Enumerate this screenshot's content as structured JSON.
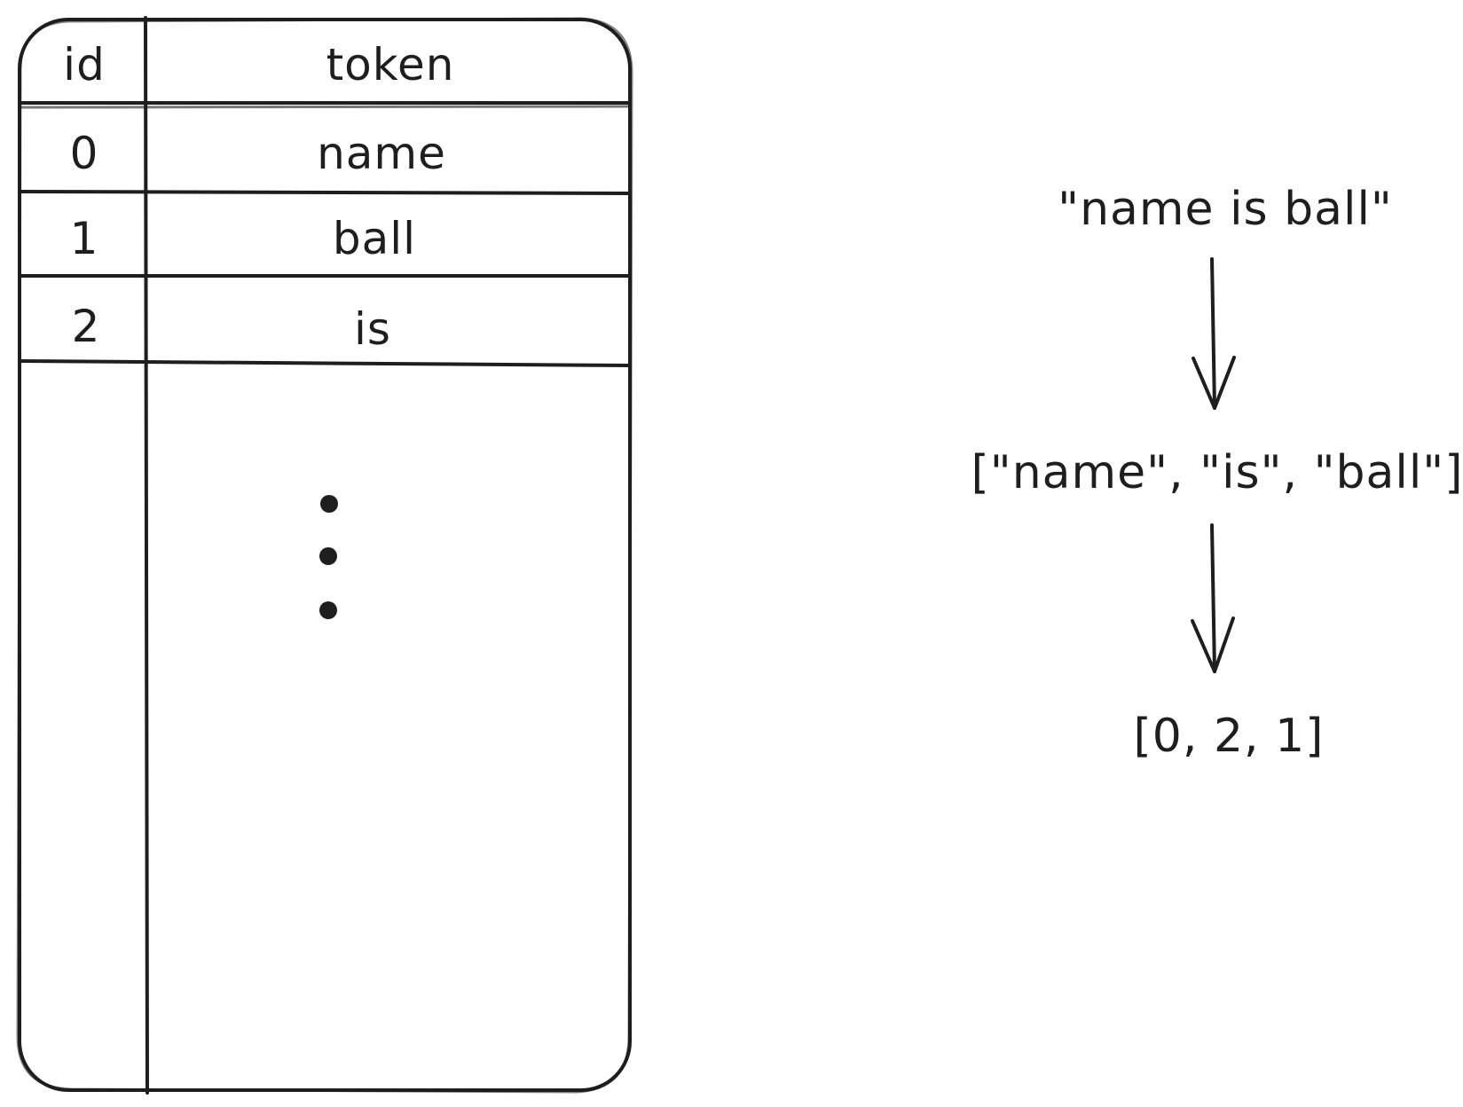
{
  "table": {
    "headers": {
      "id": "id",
      "token": "token"
    },
    "rows": [
      {
        "id": "0",
        "token": "name"
      },
      {
        "id": "1",
        "token": "ball"
      },
      {
        "id": "2",
        "token": "is"
      }
    ],
    "ellipsis": "⋮"
  },
  "flow": {
    "input": "\"name is ball\"",
    "tokens": "[\"name\", \"is\", \"ball\"]",
    "ids": "[0, 2, 1]"
  }
}
